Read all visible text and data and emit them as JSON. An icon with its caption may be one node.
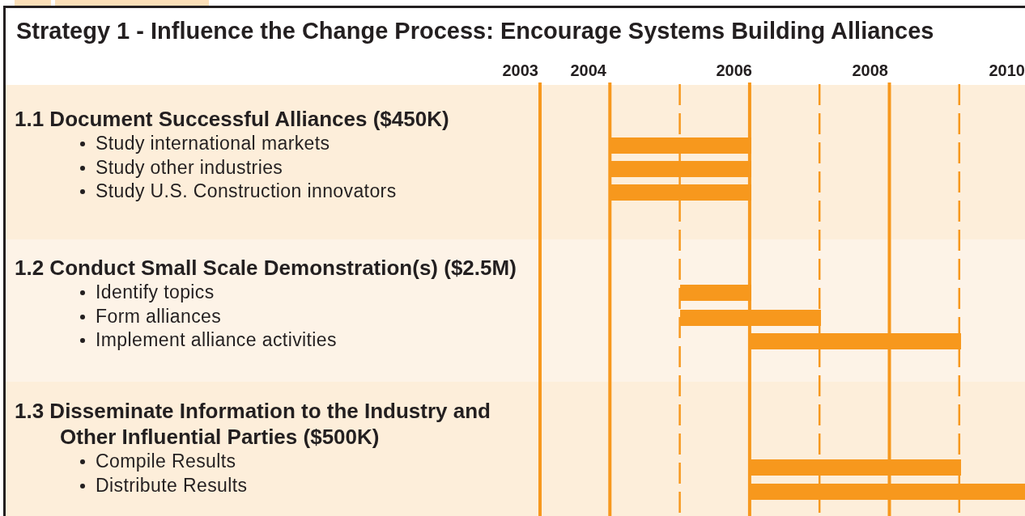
{
  "diagram": {
    "title": "Strategy 1 - Influence the Change Process: Encourage Systems Building Alliances",
    "nodes": [
      {
        "text": [
          "1.1 Document Successful Alliances ($450K)",
          "Study international markets",
          "Study other industries",
          "Study U.S. Construction innovators"
        ]
      },
      {
        "text": [
          "1.2 Conduct Small Scale Demonstration(s) ($2.5M)",
          "Identify topics",
          "Form alliances",
          "Implement alliance activities"
        ]
      },
      {
        "text": [
          "1.3 Disseminate Information to the Industry and Other Influential Parties ($500K)",
          "Compile Results",
          "Distribute Results"
        ]
      },
      {
        "text": [],
        "shape": "bar",
        "in": 0
      },
      {
        "text": [],
        "shape": "bar",
        "in": 0
      },
      {
        "text": [],
        "shape": "bar",
        "in": 0
      },
      {
        "text": [],
        "shape": "bar",
        "in": 1
      },
      {
        "text": [],
        "shape": "bar",
        "in": 1
      },
      {
        "text": [],
        "shape": "bar",
        "in": 1
      },
      {
        "text": [],
        "shape": "bar",
        "in": 2
      },
      {
        "text": [],
        "shape": "bar",
        "in": 2
      }
    ],
    "labels": [
      "2003",
      "2004",
      "2006",
      "2008",
      "2010"
    ]
  }
}
